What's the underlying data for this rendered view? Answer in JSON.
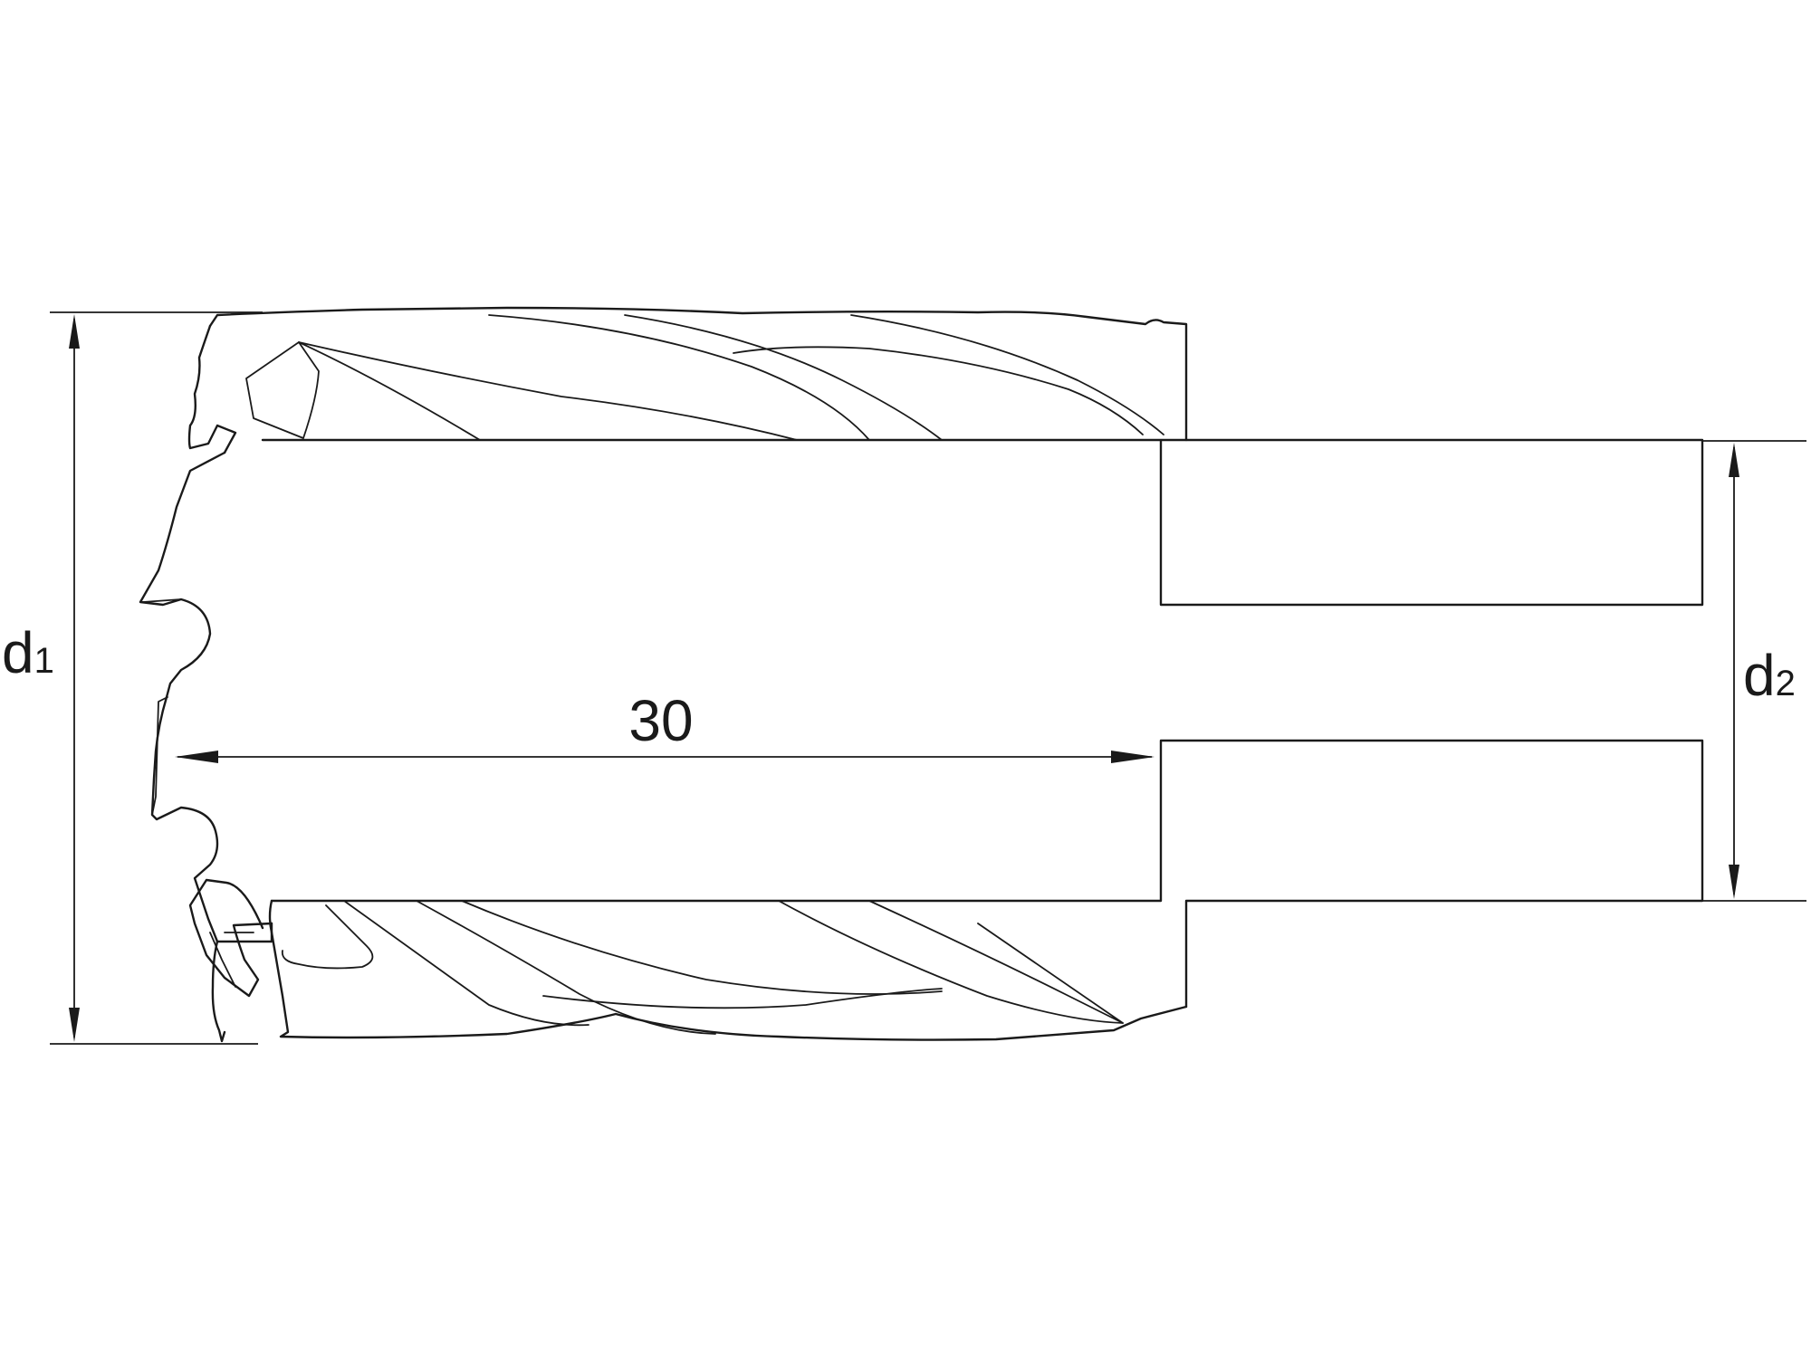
{
  "dimensions": {
    "outer_diameter": {
      "symbol": "d",
      "subscript": "1"
    },
    "shank_diameter": {
      "symbol": "d",
      "subscript": "2"
    },
    "cutting_depth": {
      "value": "30"
    }
  },
  "colors": {
    "line": "#1a1a1a",
    "background": "#ffffff"
  }
}
